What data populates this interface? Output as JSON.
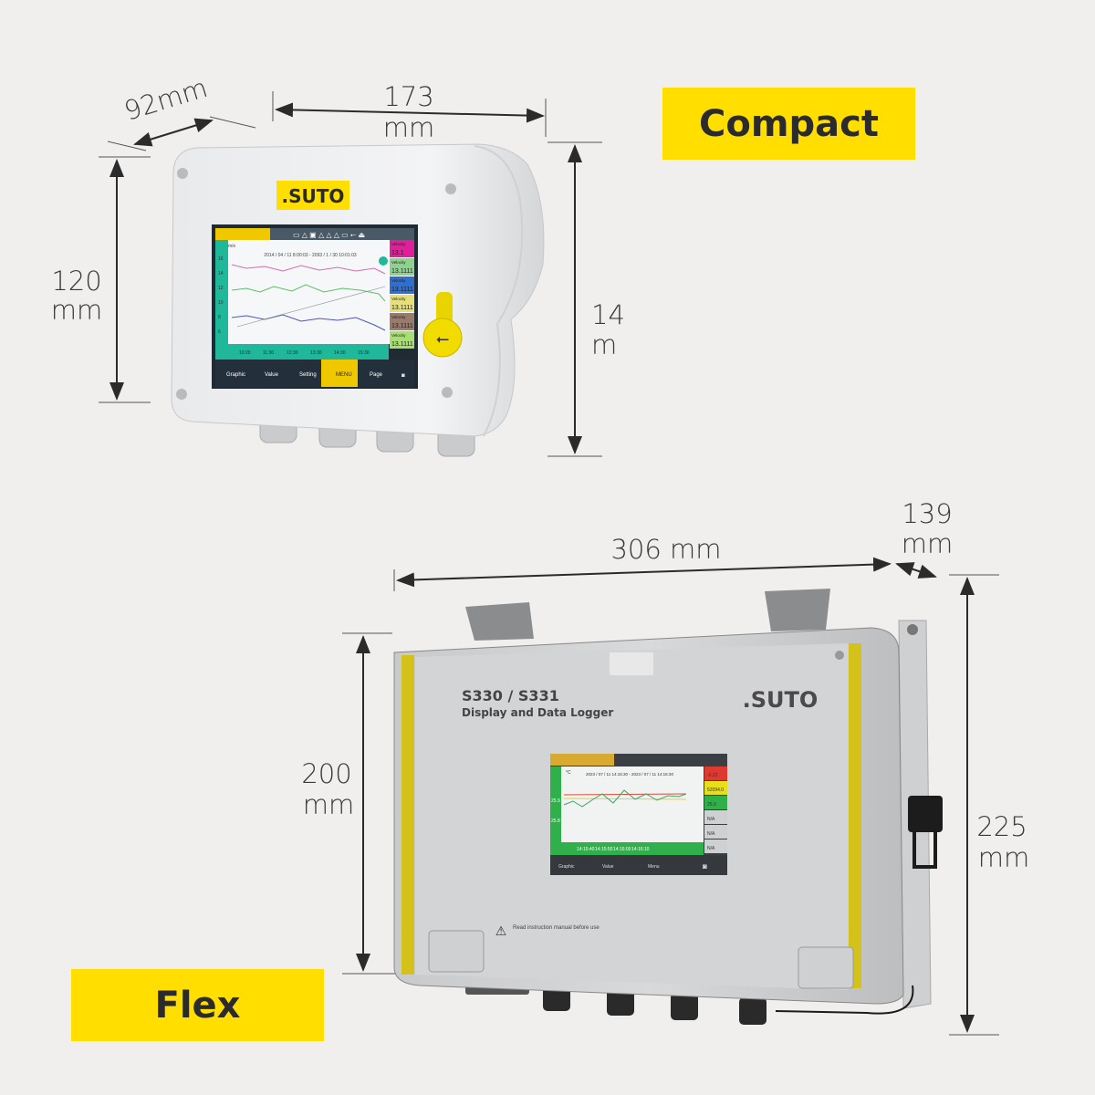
{
  "labels": {
    "compact": "Compact",
    "flex": "Flex"
  },
  "dimensions": {
    "compact_depth": "92mm",
    "compact_width_value": "173",
    "compact_width_unit": "mm",
    "compact_height_value": "120",
    "compact_height_unit": "mm",
    "compact_total_height_value": "14",
    "compact_total_height_unit": "m",
    "flex_width": "306 mm",
    "flex_depth_value": "139",
    "flex_depth_unit": "mm",
    "flex_height_value": "200",
    "flex_height_unit": "mm",
    "flex_total_height_value": "225",
    "flex_total_height_unit": "mm"
  },
  "compact_device": {
    "logo": ".SUTO",
    "screen": {
      "date_range": "2014 / 04 / 11 8:00:03 - 2093 / 1 / 30 10:01:03",
      "unit": "m/s",
      "y_ticks": [
        "16",
        "14",
        "12",
        "10",
        "8",
        "6"
      ],
      "x_ticks": [
        "10:20",
        "11:30",
        "12:30",
        "13:30",
        "14:30",
        "15:30"
      ],
      "channels": [
        {
          "label": "Velocity",
          "value": "13.1",
          "color": "#e0209a"
        },
        {
          "label": "Velocity",
          "value": "13.1111",
          "color": "#8fd18f"
        },
        {
          "label": "Velocity",
          "value": "13.1111",
          "color": "#2e6fd0"
        },
        {
          "label": "Velocity",
          "value": "13.1111",
          "color": "#e6e07a"
        },
        {
          "label": "Velocity",
          "value": "13.1111",
          "color": "#9a7a6a"
        },
        {
          "label": "Velocity",
          "value": "13.1111",
          "color": "#a6e070"
        }
      ],
      "buttons": {
        "graphic": "Graphic",
        "value": "Value",
        "setting": "Setting",
        "menu": "MENU",
        "page": "Page"
      }
    }
  },
  "flex_device": {
    "model": "S330 / S331",
    "subtitle": "Display and Data Logger",
    "logo": ".SUTO",
    "warning": "Read instruction manual before use",
    "screen": {
      "unit": "°C",
      "date_range": "2023 / 07 / 11 14:15:30 - 2023 / 07 / 11 14:16:30",
      "y_ticks": [
        "25.9",
        "25.8"
      ],
      "x_ticks": [
        "14:15:40",
        "14:15:50",
        "14:16:00",
        "14:16:10"
      ],
      "values": [
        "-0.22",
        "52094.0",
        "25.9",
        "N/A",
        "N/A",
        "N/A"
      ],
      "buttons": {
        "graphic": "Graphic",
        "value": "Value",
        "menu": "Menu"
      }
    }
  },
  "colors": {
    "accent_yellow": "#ffde00",
    "screen_teal": "#1fb89a",
    "screen_green": "#2fb04a"
  }
}
